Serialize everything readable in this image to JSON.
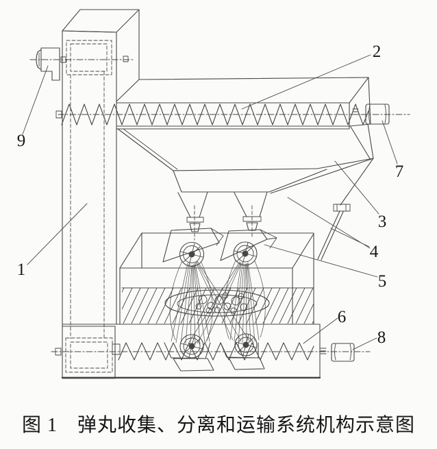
{
  "diagram": {
    "type": "technical-schematic",
    "callouts": [
      {
        "id": 1,
        "label": "1"
      },
      {
        "id": 2,
        "label": "2"
      },
      {
        "id": 3,
        "label": "3"
      },
      {
        "id": 4,
        "label": "4"
      },
      {
        "id": 5,
        "label": "5"
      },
      {
        "id": 6,
        "label": "6"
      },
      {
        "id": 7,
        "label": "7"
      },
      {
        "id": 8,
        "label": "8"
      },
      {
        "id": 9,
        "label": "9"
      }
    ]
  },
  "caption": {
    "figure_number": "图 1",
    "title": "弹丸收集、分离和运输系统机构示意图",
    "full": "图 1　弹丸收集、分离和运输系统机构示意图"
  },
  "colors": {
    "line": "#474747",
    "text": "#161616",
    "bg": "#fbfbfa"
  }
}
